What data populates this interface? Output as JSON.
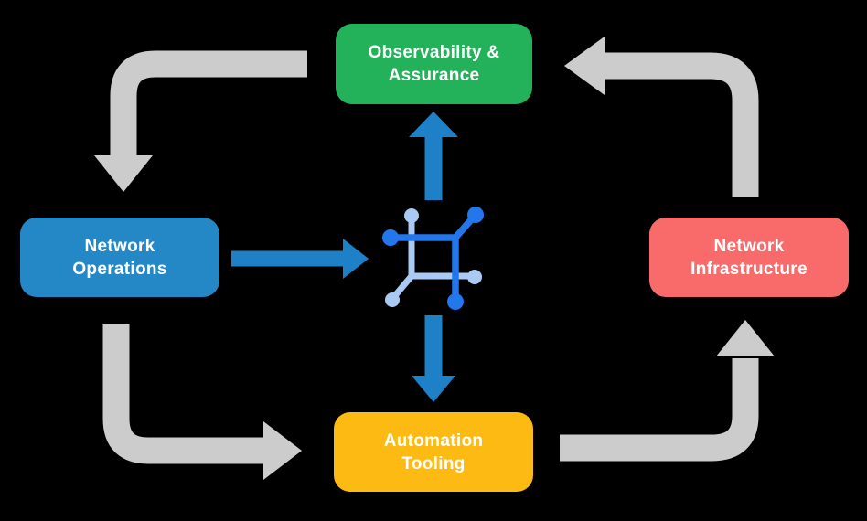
{
  "title": "Network automation platform cycle diagram",
  "colors": {
    "background": "#000000",
    "gray_arrow": "#CCCCCC",
    "blue_arrow": "#1E80C7",
    "icon_dark": "#2277EC",
    "icon_light": "#A9CAF3",
    "node_green": "#23B25A",
    "node_blue": "#2487C6",
    "node_red": "#F96B6B",
    "node_yellow": "#FDBA12",
    "node_text": "#FFFFFF"
  },
  "nodes": {
    "observability": {
      "line1": "Observability &",
      "line2": "Assurance"
    },
    "operations": {
      "line1": "Network",
      "line2": "Operations"
    },
    "infrastructure": {
      "line1": "Network",
      "line2": "Infrastructure"
    },
    "automation": {
      "line1": "Automation",
      "line2": "Tooling"
    }
  },
  "icon": {
    "name": "network-fabric-icon"
  },
  "edges": [
    {
      "from": "Observability & Assurance",
      "to": "Network Operations",
      "style": "thick-gray-bent"
    },
    {
      "from": "Network Operations",
      "to": "Automation Tooling",
      "style": "thick-gray-bent"
    },
    {
      "from": "Automation Tooling",
      "to": "Network Infrastructure",
      "style": "thick-gray-bent"
    },
    {
      "from": "Network Infrastructure",
      "to": "Observability & Assurance",
      "style": "thick-gray-bent"
    },
    {
      "from": "Network Operations",
      "to": "network-fabric-icon",
      "style": "blue-straight"
    },
    {
      "from": "network-fabric-icon",
      "to": "Observability & Assurance",
      "style": "blue-straight"
    },
    {
      "from": "network-fabric-icon",
      "to": "Automation Tooling",
      "style": "blue-straight"
    }
  ]
}
